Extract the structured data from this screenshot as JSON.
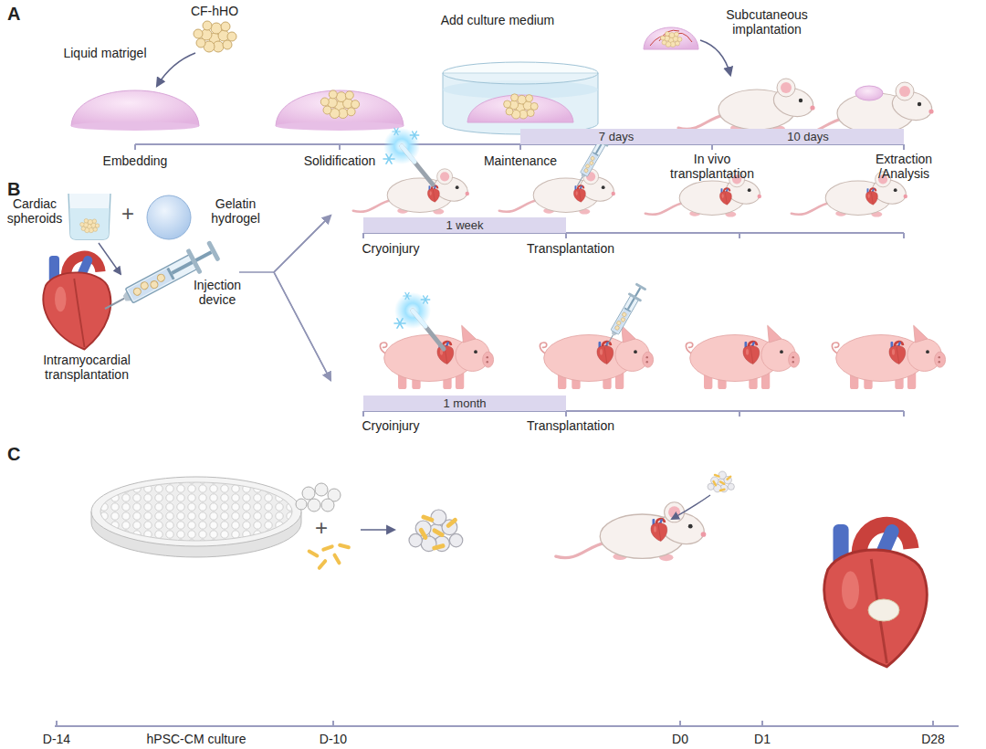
{
  "diagram": {
    "nodes": [
      {
        "text": [
          "7 days"
        ]
      },
      {
        "text": [
          "10 days"
        ]
      },
      {
        "text": [
          "1 week"
        ]
      },
      {
        "text": [
          "1 month"
        ]
      }
    ],
    "labels": [
      "A",
      "CF-hHO",
      "Liquid matrigel",
      "Add culture medium",
      "Subcutaneous implantation",
      "Embedding",
      "Solidification",
      "Maintenance",
      "In vivo transplantation",
      "Extraction /Analysis",
      "B",
      "Cardiac spheroids",
      "Gelatin hydrogel",
      "Injection device",
      "Intramyocardial transplantation",
      "Cryoinjury",
      "Transplantation",
      "Cryoinjury",
      "Transplantation",
      "C",
      "D-14",
      "hPSC-CM culture",
      "D-10",
      "D0",
      "D1",
      "D28",
      "+",
      "+"
    ]
  }
}
